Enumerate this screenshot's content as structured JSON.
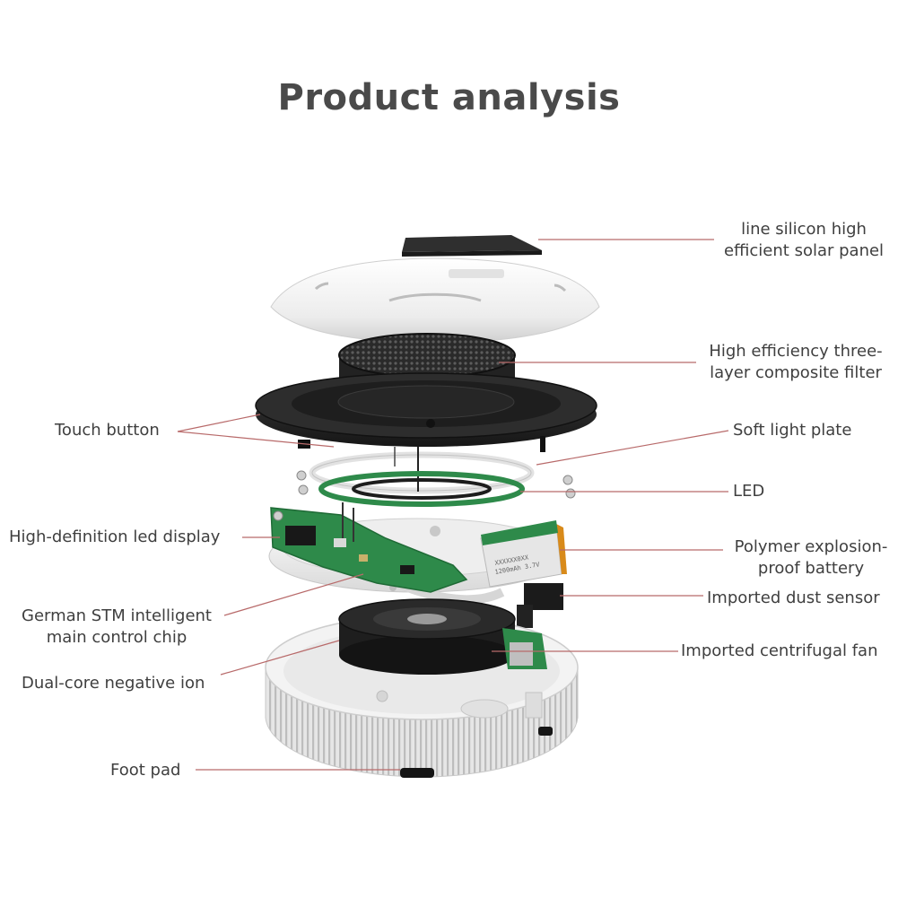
{
  "title": "Product analysis",
  "labels": {
    "solar_panel": {
      "line1": "line silicon high",
      "line2": "efficient solar panel"
    },
    "filter": {
      "line1": "High efficiency three-",
      "line2": "layer composite filter"
    },
    "touch_button": "Touch button",
    "soft_light_plate": "Soft light plate",
    "led": "LED",
    "led_display": "High-definition led display",
    "battery": {
      "line1": "Polymer explosion-",
      "line2": "proof battery"
    },
    "dust_sensor": "Imported dust sensor",
    "control_chip": {
      "line1": "German STM intelligent",
      "line2": "main control chip"
    },
    "centrifugal_fan": "Imported centrifugal fan",
    "negative_ion": "Dual-core negative ion",
    "foot_pad": "Foot pad"
  },
  "battery_print": {
    "line1": "XXXXXX0XX",
    "line2": "1200mAh 3.7V"
  },
  "colors": {
    "leader": "#b86a6a",
    "text": "#3f3f3f",
    "title": "#4a4a4a",
    "pcb": "#2e8a4a",
    "shell": "#f1f1f1",
    "dark": "#2b2b2b"
  }
}
